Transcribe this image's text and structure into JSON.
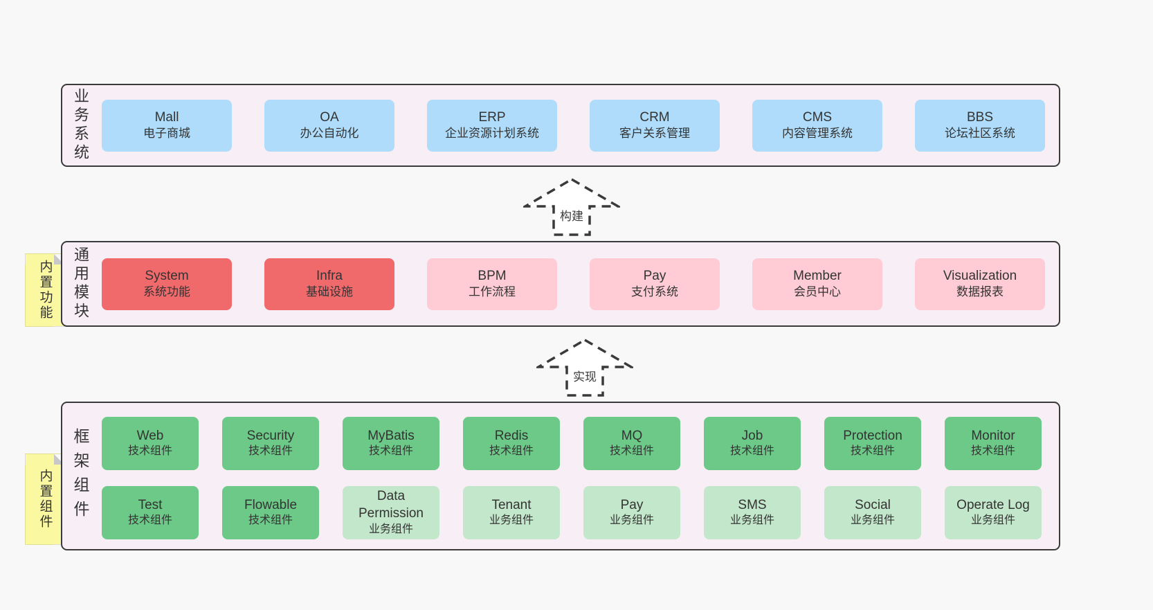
{
  "page": {
    "background": "#f8f8f8"
  },
  "colors": {
    "container_bg": "#f8eef6",
    "container_border": "#3a3a3a",
    "blue": "#aedcfa",
    "red": "#f06a6c",
    "pink": "#ffccd5",
    "green": "#6cc987",
    "light_green": "#c3e7ca",
    "note_yellow": "#faf8a0",
    "note_fold": "#c8c8c8",
    "text": "#333333"
  },
  "tiers": [
    {
      "id": "business",
      "label": "业务系统",
      "boxes": [
        {
          "title": "Mall",
          "subtitle": "电子商城",
          "variant": "blue"
        },
        {
          "title": "OA",
          "subtitle": "办公自动化",
          "variant": "blue"
        },
        {
          "title": "ERP",
          "subtitle": "企业资源计划系统",
          "variant": "blue"
        },
        {
          "title": "CRM",
          "subtitle": "客户关系管理",
          "variant": "blue"
        },
        {
          "title": "CMS",
          "subtitle": "内容管理系统",
          "variant": "blue"
        },
        {
          "title": "BBS",
          "subtitle": "论坛社区系统",
          "variant": "blue"
        }
      ]
    },
    {
      "id": "modules",
      "label": "通用模块",
      "note": "内置功能",
      "boxes": [
        {
          "title": "System",
          "subtitle": "系统功能",
          "variant": "red"
        },
        {
          "title": "Infra",
          "subtitle": "基础设施",
          "variant": "red"
        },
        {
          "title": "BPM",
          "subtitle": "工作流程",
          "variant": "pink"
        },
        {
          "title": "Pay",
          "subtitle": "支付系统",
          "variant": "pink"
        },
        {
          "title": "Member",
          "subtitle": "会员中心",
          "variant": "pink"
        },
        {
          "title": "Visualization",
          "subtitle": "数据报表",
          "variant": "pink"
        }
      ]
    },
    {
      "id": "components",
      "label": "框架组件",
      "note": "内置组件",
      "rows": [
        [
          {
            "title": "Web",
            "subtitle": "技术组件",
            "variant": "green"
          },
          {
            "title": "Security",
            "subtitle": "技术组件",
            "variant": "green"
          },
          {
            "title": "MyBatis",
            "subtitle": "技术组件",
            "variant": "green"
          },
          {
            "title": "Redis",
            "subtitle": "技术组件",
            "variant": "green"
          },
          {
            "title": "MQ",
            "subtitle": "技术组件",
            "variant": "green"
          },
          {
            "title": "Job",
            "subtitle": "技术组件",
            "variant": "green"
          },
          {
            "title": "Protection",
            "subtitle": "技术组件",
            "variant": "green"
          },
          {
            "title": "Monitor",
            "subtitle": "技术组件",
            "variant": "green"
          }
        ],
        [
          {
            "title": "Test",
            "subtitle": "技术组件",
            "variant": "green"
          },
          {
            "title": "Flowable",
            "subtitle": "技术组件",
            "variant": "green"
          },
          {
            "title": "Data Permission",
            "subtitle": "业务组件",
            "variant": "lightgreen"
          },
          {
            "title": "Tenant",
            "subtitle": "业务组件",
            "variant": "lightgreen"
          },
          {
            "title": "Pay",
            "subtitle": "业务组件",
            "variant": "lightgreen"
          },
          {
            "title": "SMS",
            "subtitle": "业务组件",
            "variant": "lightgreen"
          },
          {
            "title": "Social",
            "subtitle": "业务组件",
            "variant": "lightgreen"
          },
          {
            "title": "Operate Log",
            "subtitle": "业务组件",
            "variant": "lightgreen"
          }
        ]
      ]
    }
  ],
  "arrows": [
    {
      "label": "构建"
    },
    {
      "label": "实现"
    }
  ]
}
